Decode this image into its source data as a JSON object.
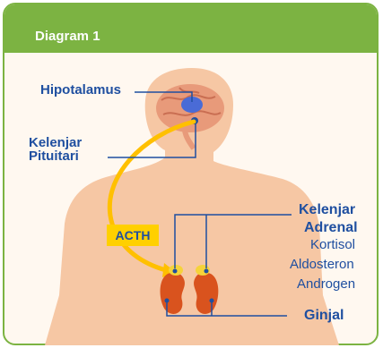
{
  "header": {
    "title": "Diagram 1"
  },
  "labels": {
    "hypothalamus": "Hipotalamus",
    "pituitary_line1": "Kelenjar",
    "pituitary_line2": "Pituitari",
    "hormone_arrow": "ACTH",
    "adrenal_line1": "Kelenjar",
    "adrenal_line2": "Adrenal",
    "hormone1": "Kortisol",
    "hormone2": "Aldosteron",
    "hormone3": "Androgen",
    "kidney": "Ginjal"
  },
  "colors": {
    "frame": "#7cb342",
    "label_text": "#1f4fa0",
    "skin": "#f6c7a4",
    "brain": "#e89a7a",
    "arrow": "#ffc000",
    "kidney": "#d9531e",
    "adrenal": "#f5d33a"
  }
}
